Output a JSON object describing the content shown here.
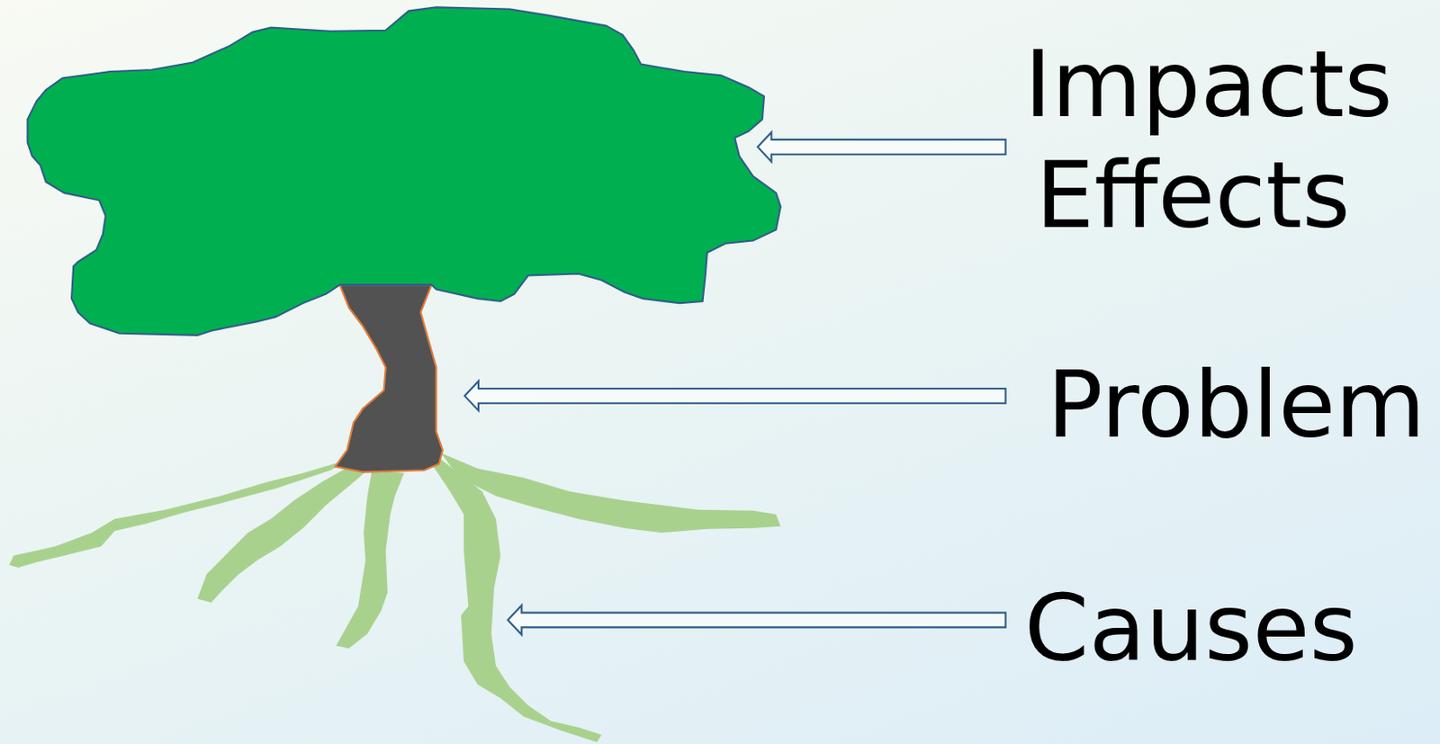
{
  "diagram": {
    "labels": [
      "Impacts",
      "Effects",
      "Problem",
      "Causes"
    ]
  }
}
